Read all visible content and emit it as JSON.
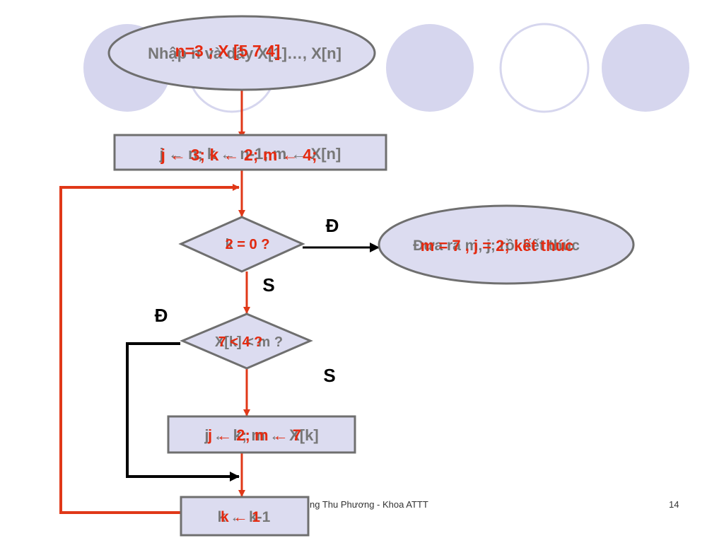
{
  "colors": {
    "shape_fill": "#dcdcf0",
    "shape_stroke": "#6f6f6f",
    "deco_circle": "#d6d6ee",
    "text_gray": "#777777",
    "text_red": "#e52a10",
    "arrow_red": "#e03818",
    "arrow_black": "#000000"
  },
  "input": {
    "text": "Nhập n và dãy X[1]…, X[n]",
    "overlay": "n=3 ; X [5 7 4]"
  },
  "init": {
    "text": "j ← n; k ← n-1; m ← X[n]",
    "overlay": "j ← 3; k ← 2; m ← 4;"
  },
  "cond1": {
    "text": "k = 0 ?",
    "overlay": "2 = 0 ?"
  },
  "output": {
    "text": "Đưa ra m, j; rồi kết thúc",
    "overlay": "m = 7 , j = 2; kết thúc"
  },
  "cond2": {
    "text": "X[k] < m ?",
    "overlay": "7 < 4 ?"
  },
  "update": {
    "text": "j ← k; m ← X[k]",
    "overlay": "j ← 2; m ← 7"
  },
  "decrement": {
    "text": "k ← k-1",
    "overlay": "k ← 1"
  },
  "labels": {
    "yes": "Đ",
    "no": "S"
  },
  "footer": {
    "author": "ng Thu Phương - Khoa ATTT",
    "page": "14"
  }
}
